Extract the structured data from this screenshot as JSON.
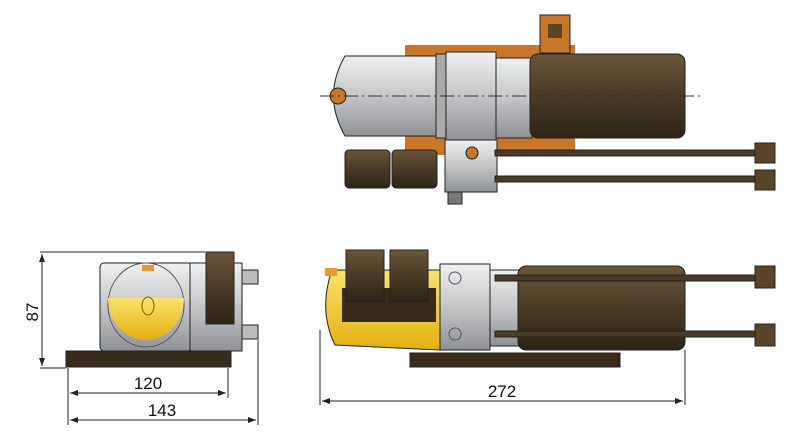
{
  "dimensions": {
    "height": "87",
    "width_inner": "120",
    "width_outer": "143",
    "length": "272"
  },
  "colors": {
    "motor": "#4a3a26",
    "aluminium": "#c9cbcd",
    "tank_oil": "#f2cc2a",
    "bracket": "#c8772a",
    "line": "#222222"
  }
}
